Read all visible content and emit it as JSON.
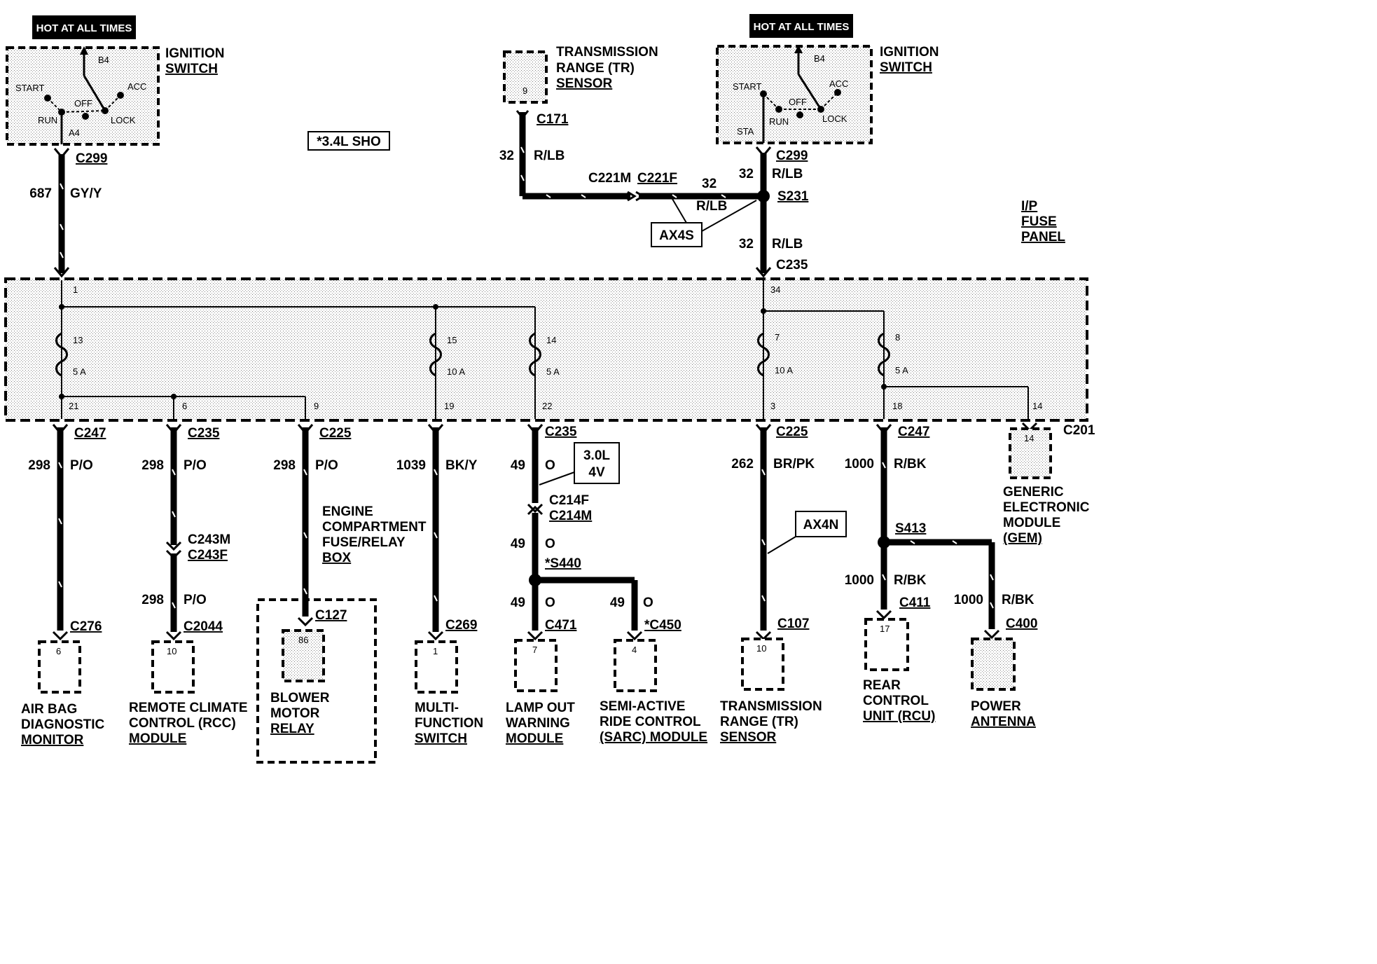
{
  "hot_labels": [
    "HOT AT ALL TIMES",
    "HOT AT ALL TIMES"
  ],
  "ignition_left": {
    "title": [
      "IGNITION",
      "SWITCH"
    ],
    "positions": [
      "START",
      "RUN",
      "OFF",
      "ACC",
      "LOCK"
    ],
    "terminals": [
      "B4",
      "A4"
    ]
  },
  "ignition_right": {
    "title": [
      "IGNITION",
      "SWITCH"
    ],
    "positions": [
      "START",
      "RUN",
      "OFF",
      "ACC",
      "LOCK"
    ],
    "terminals": [
      "B4",
      "STA"
    ]
  },
  "tr_sensor_top": {
    "title": [
      "TRANSMISSION",
      "RANGE (TR)",
      "SENSOR"
    ],
    "pin": "9"
  },
  "note_sho": "*3.4L SHO",
  "ip_fuse_panel": [
    "I/P",
    "FUSE",
    "PANEL"
  ],
  "connectors": {
    "c299_left": "C299",
    "c299_right": "C299",
    "c171": "C171",
    "c221m": "C221M",
    "c221f": "C221F",
    "s231": "S231",
    "c235_top": "C235",
    "c247_a": "C247",
    "c235_b": "C235",
    "c225_a": "C225",
    "c235_c": "C235",
    "c225_b": "C225",
    "c247_b": "C247",
    "c201": "C201",
    "c243m": "C243M",
    "c243f": "C243F",
    "c214f": "C214F",
    "c214m": "C214M",
    "s440": "*S440",
    "s413": "S413",
    "c276": "C276",
    "c2044": "C2044",
    "c127": "C127",
    "c269": "C269",
    "c471": "C471",
    "c450": "*C450",
    "c107": "C107",
    "c411": "C411",
    "c400": "C400"
  },
  "circuits": {
    "c687": "687",
    "gyy": "GY/Y",
    "c32": "32",
    "rlb": "R/LB",
    "c298": "298",
    "po": "P/O",
    "c1039": "1039",
    "bky": "BK/Y",
    "c49": "49",
    "o": "O",
    "c262": "262",
    "brpk": "BR/PK",
    "c1000": "1000",
    "rbk": "R/BK"
  },
  "callouts": {
    "ax4s": "AX4S",
    "ax4n": "AX4N",
    "v30_line1": "3.0L",
    "v30_line2": "4V"
  },
  "fuse_pins": {
    "p1": "1",
    "p13": "13",
    "f5a_1": "5 A",
    "p21": "21",
    "p6": "6",
    "p9": "9",
    "p15": "15",
    "f10a_1": "10 A",
    "p19": "19",
    "p14": "14",
    "f5a_2": "5 A",
    "p22": "22",
    "p34": "34",
    "p7": "7",
    "f10a_2": "10 A",
    "p3": "3",
    "p8": "8",
    "f5a_3": "5 A",
    "p18": "18",
    "p14b": "14"
  },
  "component_pins": {
    "air_bag": "6",
    "rcc": "10",
    "blower": "86",
    "mfs": "1",
    "lamp_out": "7",
    "sarc": "4",
    "tr_bottom": "10",
    "rcu": "17",
    "gem": "14"
  },
  "components": {
    "air_bag": [
      "AIR BAG",
      "DIAGNOSTIC",
      "MONITOR"
    ],
    "rcc": [
      "REMOTE CLIMATE",
      "CONTROL (RCC)",
      "MODULE"
    ],
    "blower": [
      "BLOWER",
      "MOTOR",
      "RELAY"
    ],
    "engine_box": [
      "ENGINE",
      "COMPARTMENT",
      "FUSE/RELAY",
      "BOX"
    ],
    "mfs": [
      "MULTI-",
      "FUNCTION",
      "SWITCH"
    ],
    "lamp_out": [
      "LAMP OUT",
      "WARNING",
      "MODULE"
    ],
    "sarc": [
      "SEMI-ACTIVE",
      "RIDE CONTROL",
      "(SARC) MODULE"
    ],
    "tr_bottom": [
      "TRANSMISSION",
      "RANGE (TR)",
      "SENSOR"
    ],
    "rcu": [
      "REAR",
      "CONTROL",
      "UNIT (RCU)"
    ],
    "antenna": [
      "POWER",
      "ANTENNA"
    ],
    "gem": [
      "GENERIC",
      "ELECTRONIC",
      "MODULE",
      "(GEM)"
    ]
  }
}
